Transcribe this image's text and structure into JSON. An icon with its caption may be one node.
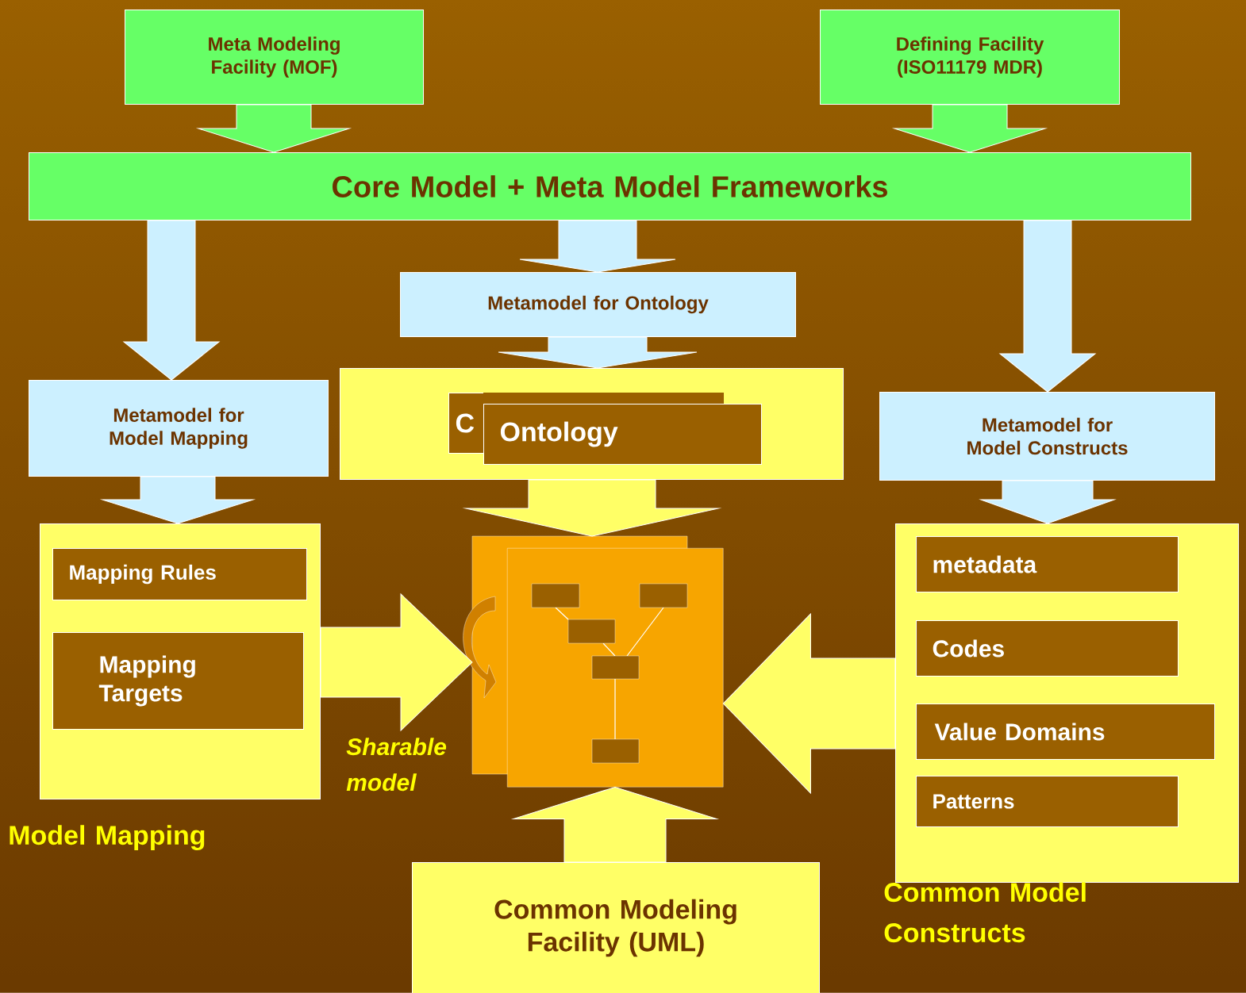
{
  "diagram": {
    "nodes": [
      {
        "text": [
          "Meta Modeling Facility (MOF)"
        ]
      },
      {
        "text": [
          "Defining Facility (ISO11179 MDR)"
        ]
      },
      {
        "text": [
          "Core Model + Meta Model Frameworks"
        ]
      },
      {
        "text": [
          "Metamodel for Model Mapping"
        ]
      },
      {
        "text": [
          "Metamodel for Ontology"
        ]
      },
      {
        "text": [
          "Metamodel for Model Constructs"
        ]
      },
      {
        "text": [],
        "shape": "box",
        "beside": [
          "Model Mapping"
        ]
      },
      {
        "text": [
          "Mapping Rules"
        ],
        "in": 6
      },
      {
        "text": [
          "Mapping Targets"
        ],
        "in": 6
      },
      {
        "text": [],
        "shape": "box"
      },
      {
        "text": [
          "C"
        ],
        "in": 9
      },
      {
        "text": [
          "Ontology"
        ],
        "in": 9
      },
      {
        "text": [],
        "shape": "picture",
        "beside": [
          "Sharable model"
        ]
      },
      {
        "text": [],
        "shape": "box",
        "beside": [
          "Common Model Constructs"
        ]
      },
      {
        "text": [
          "metadata"
        ],
        "in": 13
      },
      {
        "text": [
          "Codes"
        ],
        "in": 13
      },
      {
        "text": [
          "Value Domains"
        ],
        "in": 13
      },
      {
        "text": [
          "Patterns"
        ],
        "in": 13
      },
      {
        "text": [
          "Common Modeling Facility (UML)"
        ]
      }
    ],
    "edges": [
      {
        "from": 0,
        "to": 2,
        "arrow": "to",
        "color": "#66ff66"
      },
      {
        "from": 1,
        "to": 2,
        "arrow": "to",
        "color": "#66ff66"
      },
      {
        "from": 2,
        "to": 3,
        "arrow": "to"
      },
      {
        "from": 2,
        "to": 4,
        "arrow": "to"
      },
      {
        "from": 2,
        "to": 5,
        "arrow": "to"
      },
      {
        "from": 3,
        "to": 6,
        "arrow": "to"
      },
      {
        "from": 4,
        "to": 9,
        "arrow": "to"
      },
      {
        "from": 5,
        "to": 13,
        "arrow": "to"
      },
      {
        "from": 9,
        "to": 12,
        "arrow": "to",
        "color": "#ffff66"
      },
      {
        "from": 6,
        "to": 12,
        "arrow": "to",
        "color": "#ffff66"
      },
      {
        "from": 13,
        "to": 12,
        "arrow": "to",
        "color": "#ffff66"
      },
      {
        "from": 18,
        "to": 12,
        "arrow": "to",
        "color": "#ffff66"
      }
    ]
  }
}
